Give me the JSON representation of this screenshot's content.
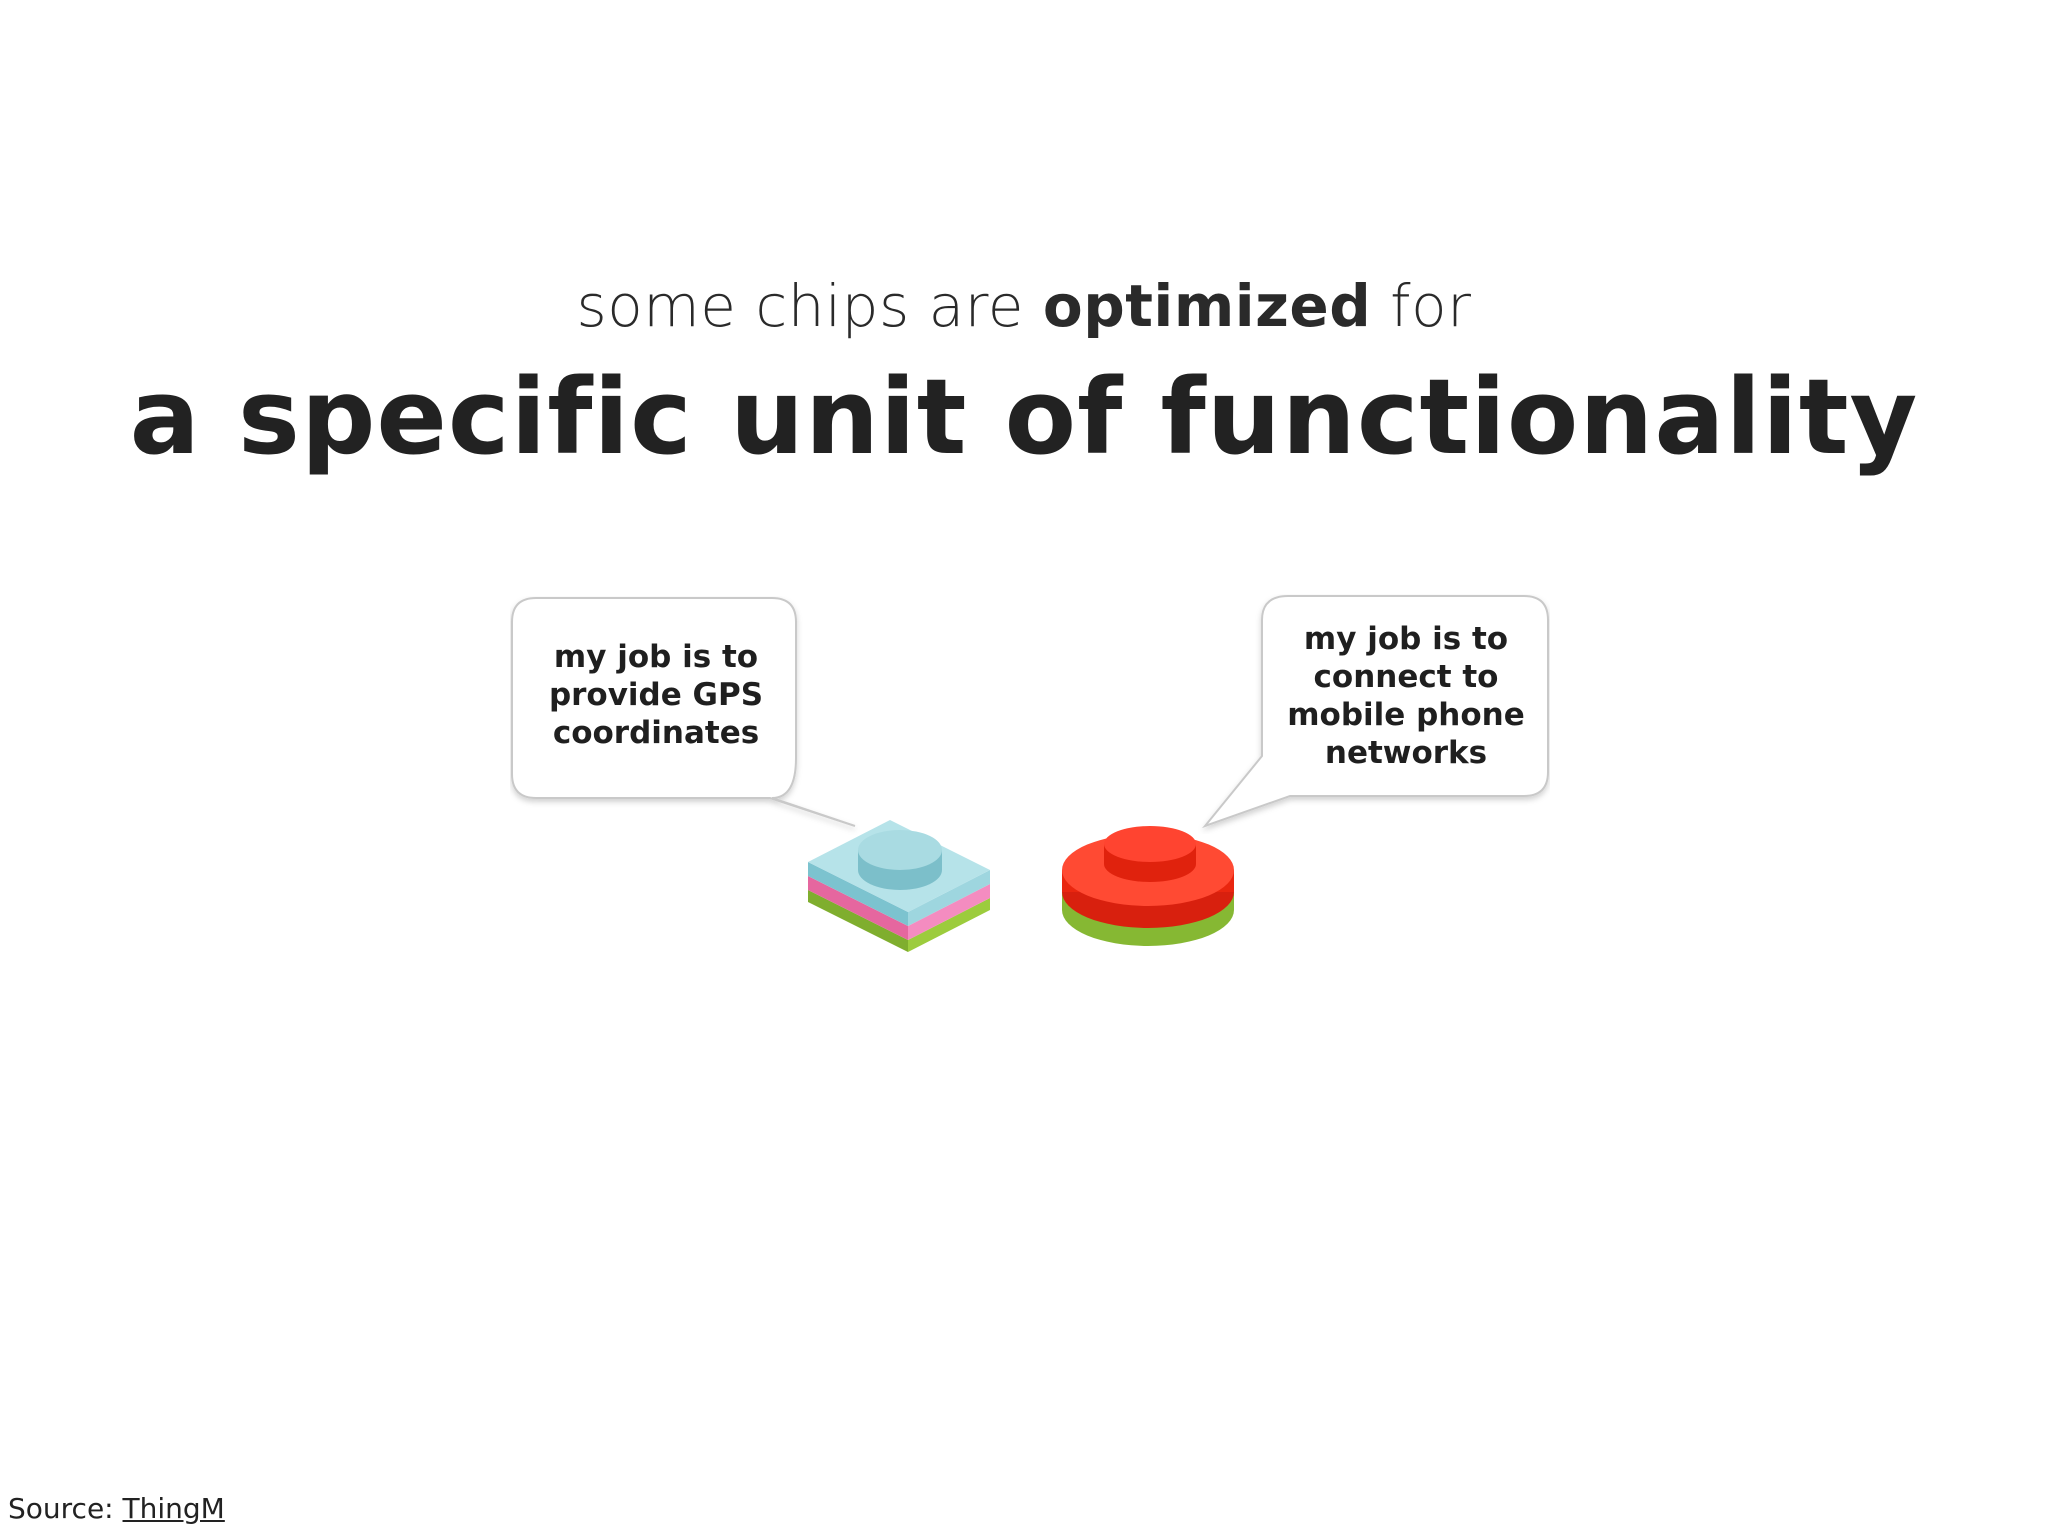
{
  "slide": {
    "subtitle_pre": "some chips are ",
    "subtitle_bold": "optimized",
    "subtitle_post": " for",
    "title": "a specific unit of functionality"
  },
  "bubbles": {
    "left": {
      "lines": [
        "my job is to",
        "provide GPS",
        "coordinates"
      ]
    },
    "right": {
      "lines": [
        "my job is to",
        "connect to",
        "mobile phone",
        "networks"
      ]
    }
  },
  "chips": {
    "left": {
      "top_color": "#a8dde3",
      "middle_color": "#ef7fb4",
      "bottom_color": "#8fc23a"
    },
    "right": {
      "top_color": "#f8341e",
      "bottom_color": "#8fc23a"
    }
  },
  "footer": {
    "source_label": "Source: ",
    "source_link": "ThingM"
  }
}
